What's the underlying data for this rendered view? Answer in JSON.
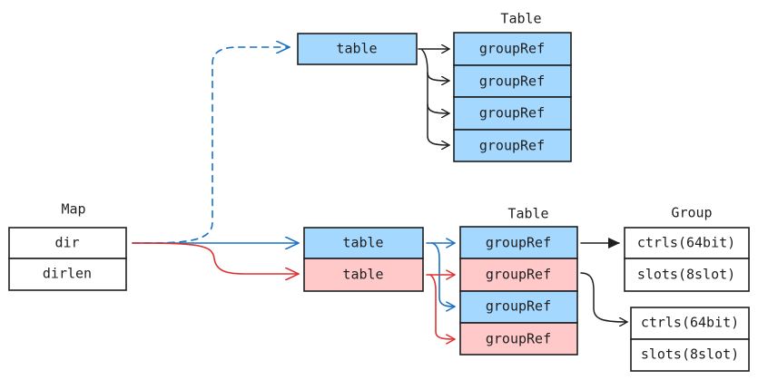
{
  "titles": {
    "table_top": "Table",
    "map": "Map",
    "table_mid": "Table",
    "group": "Group"
  },
  "map": {
    "dir": "dir",
    "dirlen": "dirlen"
  },
  "top": {
    "table": "table",
    "group_refs": [
      "groupRef",
      "groupRef",
      "groupRef",
      "groupRef"
    ]
  },
  "mid": {
    "table_blue": "table",
    "table_red": "table",
    "group_refs": [
      "groupRef",
      "groupRef",
      "groupRef",
      "groupRef"
    ]
  },
  "group1": {
    "ctrls": "ctrls(64bit)",
    "slots": "slots(8slot)"
  },
  "group2": {
    "ctrls": "ctrls(64bit)",
    "slots": "slots(8slot)"
  },
  "colors": {
    "blue_fill": "#a5d8ff",
    "red_fill": "#ffc9c9",
    "blue_stroke": "#1971c2",
    "red_stroke": "#e03131",
    "ink": "#1e1e1e"
  }
}
